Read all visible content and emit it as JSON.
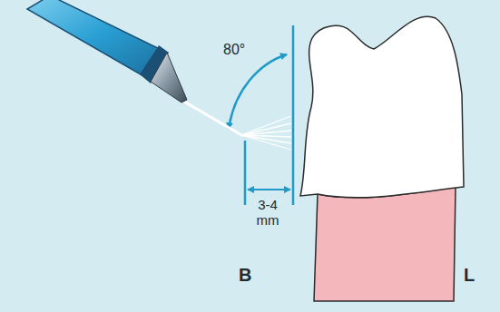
{
  "diagram": {
    "labels": [
      "80°",
      "3-4 mm",
      "B",
      "L"
    ]
  }
}
